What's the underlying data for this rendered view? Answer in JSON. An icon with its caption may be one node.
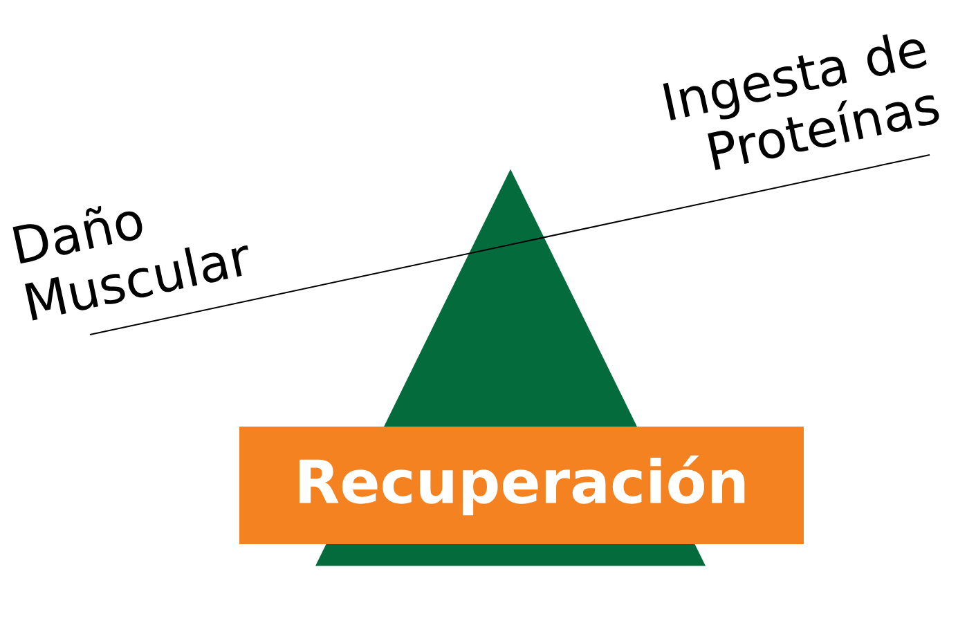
{
  "diagram": {
    "nodes": [
      {
        "text": [],
        "shape": "triangle"
      },
      {
        "text": [
          "Recuperación"
        ]
      }
    ],
    "labels": [
      "Daño Muscular",
      "Ingesta de Proteínas"
    ]
  }
}
